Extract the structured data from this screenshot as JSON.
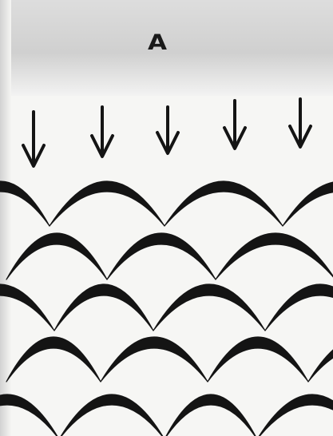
{
  "figure": {
    "panel_label": "A",
    "arrow_count": 5,
    "arch_rows": 5,
    "ink_color": "#141414",
    "paper_color": "#f6f6f4",
    "shadow_color": "#cfcfcf"
  }
}
